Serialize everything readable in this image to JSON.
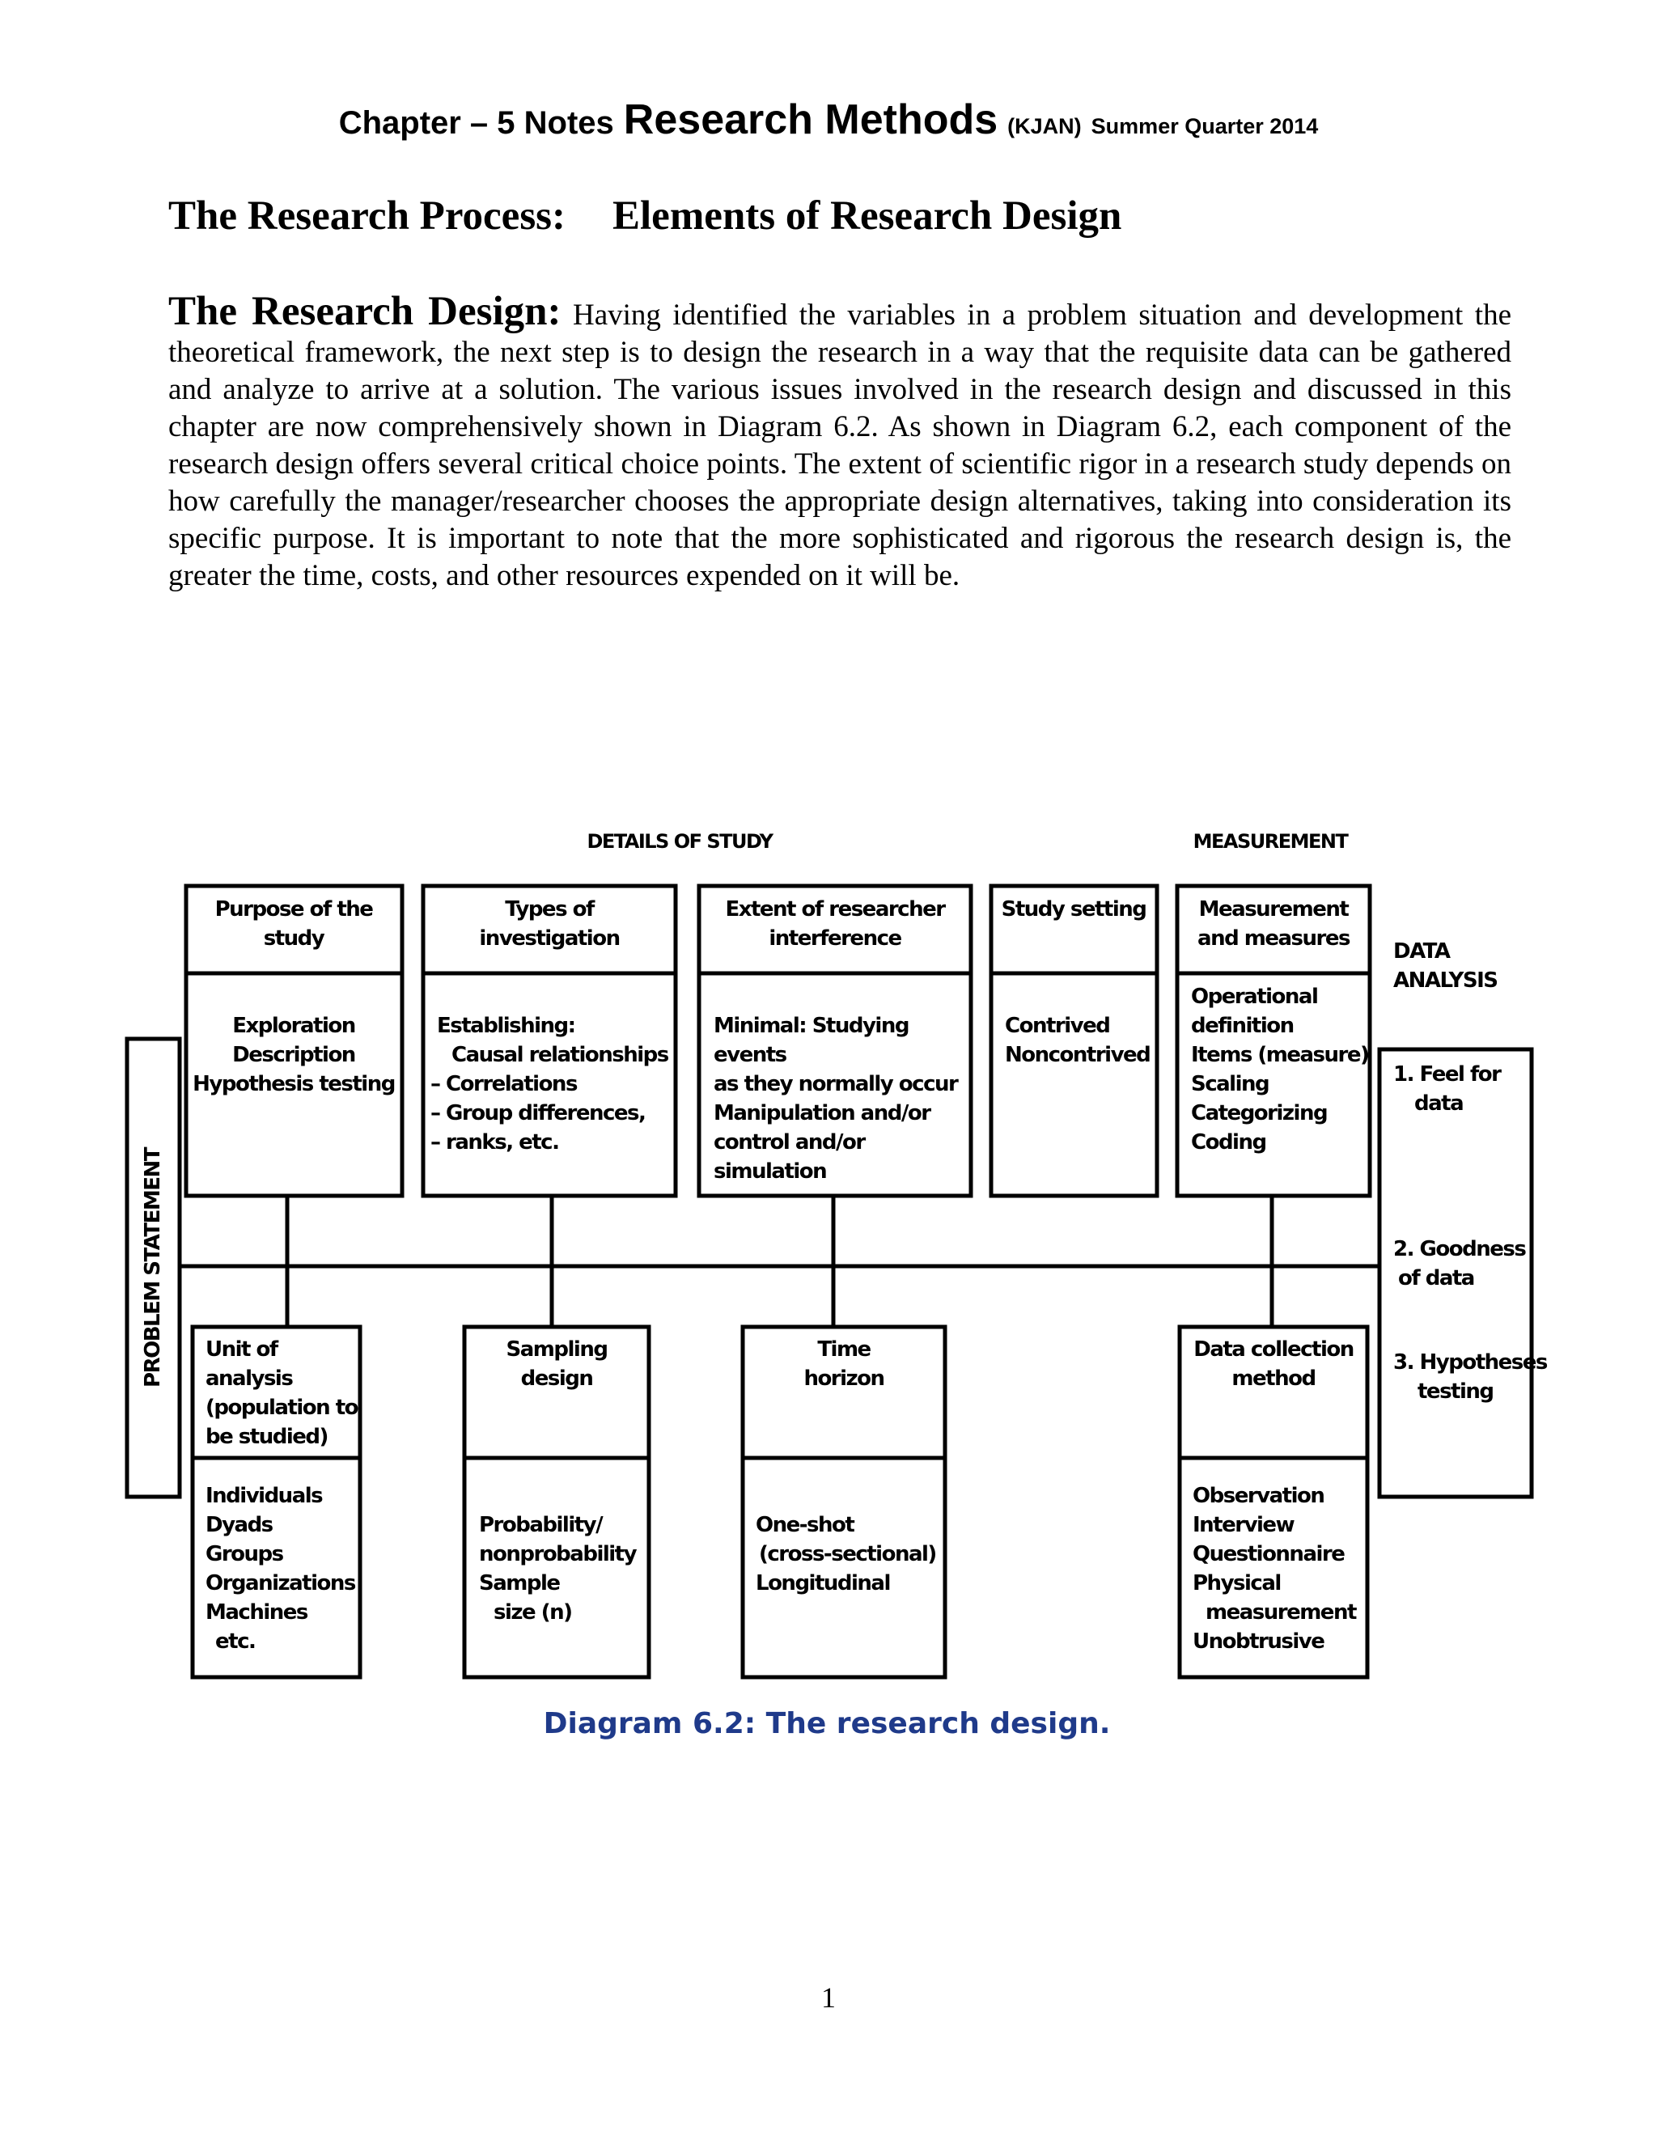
{
  "header": {
    "part1": "Chapter – 5 Notes",
    "part2": "Research Methods",
    "part3": "(KJAN)",
    "part4": "Summer Quarter 2014"
  },
  "section_title": {
    "left": "The Research Process:",
    "right": "Elements of Research Design"
  },
  "intro": {
    "lead": "The Research Design:",
    "body": "Having identified the variables in a problem situation and development the theoretical framework, the next step is to design the research in a way that the requisite data can be gathered and analyze to arrive at a solution. The various issues involved in the research design and discussed in this chapter are now comprehensively shown in Diagram 6.2. As shown in Diagram 6.2, each component of the research design offers several critical choice points. The extent of scientific rigor in a research study depends on how carefully the manager/researcher chooses the appropriate design alternatives, taking into consideration its specific purpose. It is important to note that the more sophisticated and rigorous the research design is, the greater the time, costs, and other resources expended on it will be."
  },
  "diagram": {
    "label_details": "DETAILS OF STUDY",
    "label_measurement": "MEASUREMENT",
    "label_data_analysis": [
      "DATA",
      "ANALYSIS"
    ],
    "problem_statement": "PROBLEM STATEMENT",
    "top_boxes": [
      {
        "title": [
          "Purpose of the",
          "study"
        ],
        "items": [
          "Exploration",
          "Description",
          "Hypothesis testing"
        ]
      },
      {
        "title": [
          "Types of",
          "investigation"
        ],
        "items": [
          "Establishing:",
          "Causal relationships",
          "– Correlations",
          "– Group differences,",
          "– ranks, etc."
        ]
      },
      {
        "title": [
          "Extent of researcher",
          "interference"
        ],
        "items": [
          "Minimal: Studying",
          "events",
          "as they normally occur",
          "Manipulation and/or",
          "control and/or",
          "simulation"
        ]
      },
      {
        "title": [
          "Study setting"
        ],
        "items": [
          "Contrived",
          "Noncontrived"
        ]
      },
      {
        "title": [
          "Measurement",
          "and measures"
        ],
        "items": [
          "Operational",
          "definition",
          "Items (measure)",
          "Scaling",
          "Categorizing",
          "Coding"
        ]
      }
    ],
    "bottom_boxes": [
      {
        "title": [
          "Unit of",
          "analysis",
          "(population to",
          "be studied)"
        ],
        "items": [
          "Individuals",
          "Dyads",
          "Groups",
          "Organizations",
          "Machines",
          "etc."
        ]
      },
      {
        "title": [
          "Sampling",
          "design"
        ],
        "items": [
          "Probability/",
          "nonprobability",
          "Sample",
          "size (n)"
        ]
      },
      {
        "title": [
          "Time",
          "horizon"
        ],
        "items": [
          "One-shot",
          "(cross-sectional)",
          "Longitudinal"
        ]
      },
      {
        "title": [
          "Data collection",
          "method"
        ],
        "items": [
          "Observation",
          "Interview",
          "Questionnaire",
          "Physical",
          "measurement",
          "Unobtrusive"
        ]
      }
    ],
    "analysis_items": [
      [
        "1. Feel for",
        "data"
      ],
      [
        "2. Goodness",
        "of data"
      ],
      [
        "3. Hypotheses",
        "testing"
      ]
    ],
    "caption": "Diagram 6.2:  The research design."
  },
  "page_number": "1"
}
